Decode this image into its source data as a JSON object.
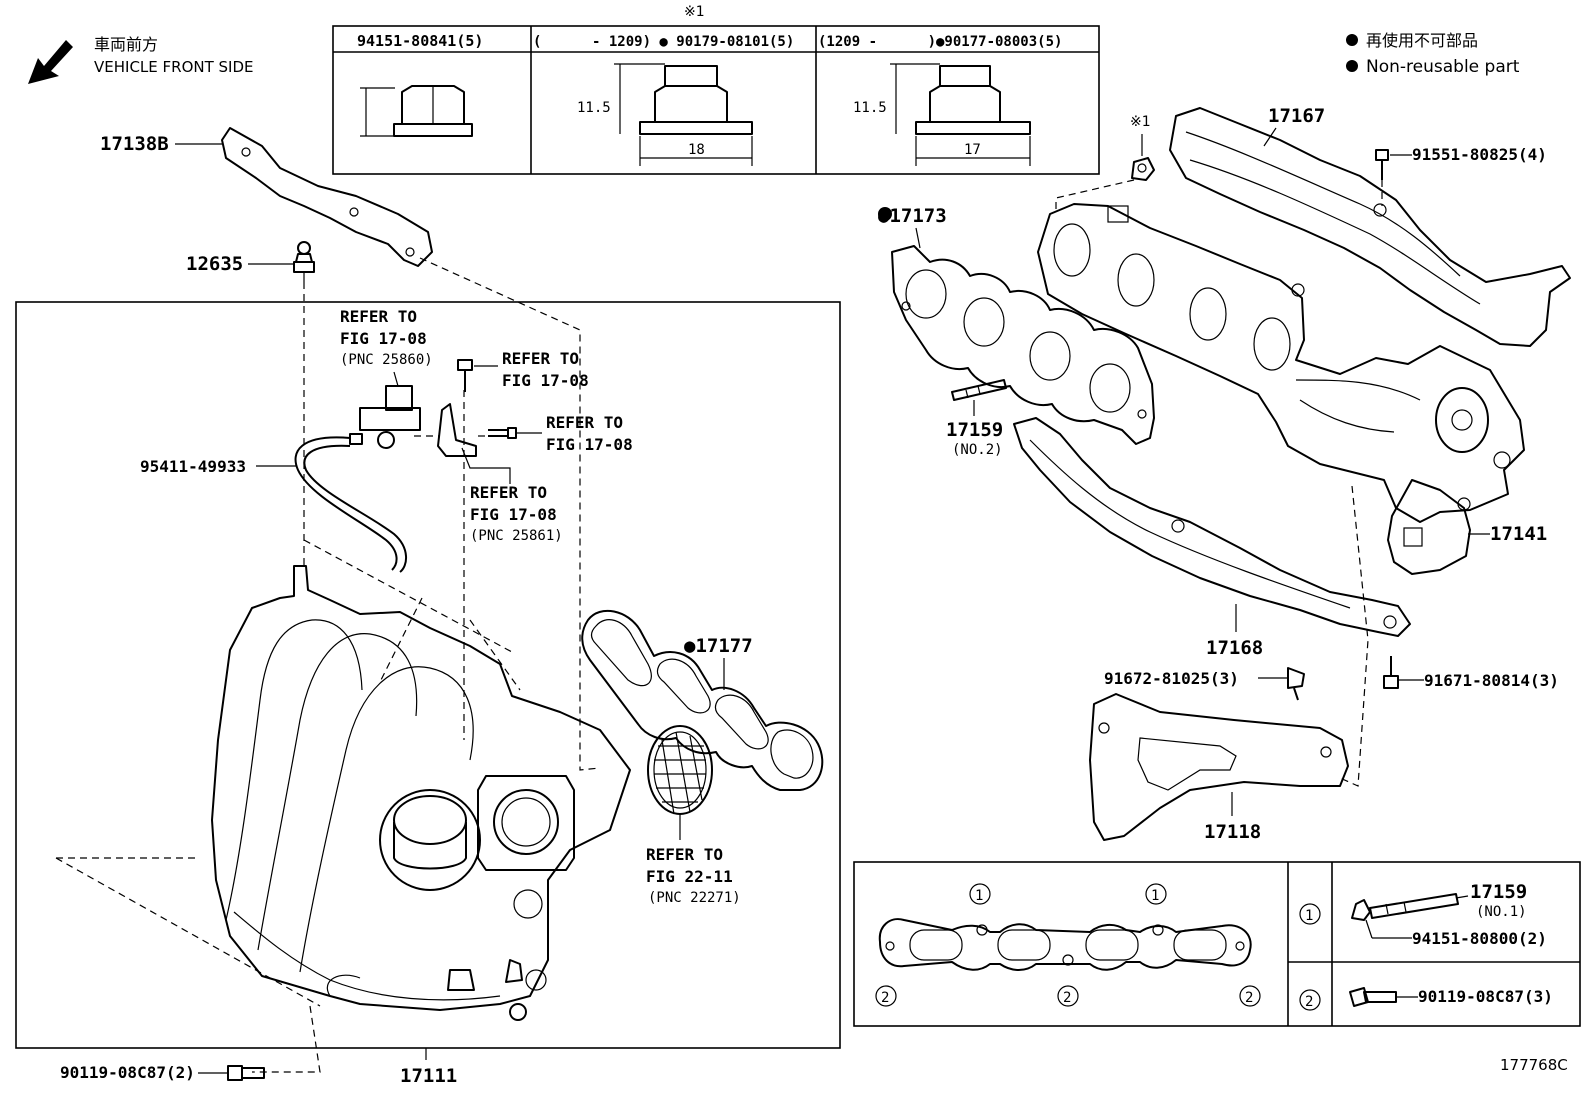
{
  "header": {
    "vehicle_front_ja": "車両前方",
    "vehicle_front_en": "VEHICLE FRONT SIDE",
    "legend_ja": "再使用不可部品",
    "legend_en": "Non-reusable part",
    "legend_bullet": "●",
    "note_mark": "※1",
    "diagram_code": "177768C"
  },
  "nut_table": {
    "col1_header": "94151-80841(5)",
    "col2_header": "(      - 1209) ● 90179-08101(5)",
    "col3_header": "(1209 -      )●90177-08003(5)",
    "col2_height": "11.5",
    "col2_width": "18",
    "col3_height": "11.5",
    "col3_width": "17"
  },
  "labels": {
    "p17138B": "17138B",
    "p12635": "12635",
    "refer1_l1": "REFER TO",
    "refer1_l2": "FIG 17-08",
    "refer1_l3": "(PNC 25860)",
    "refer2_l1": "REFER TO",
    "refer2_l2": "FIG 17-08",
    "refer3_l1": "REFER TO",
    "refer3_l2": "FIG 17-08",
    "refer4_l1": "REFER TO",
    "refer4_l2": "FIG 17-08",
    "refer4_l3": "(PNC 25861)",
    "p95411": "95411-49933",
    "p17177": "●17177",
    "refer5_l1": "REFER TO",
    "refer5_l2": "FIG 22-11",
    "refer5_l3": "(PNC 22271)",
    "p90119_left": "90119-08C87(2)",
    "p17111": "17111",
    "p17173": "●17173",
    "p17159_no2": "17159",
    "p17159_no2_sub": "(NO.2)",
    "p17167": "17167",
    "p91551": "91551-80825(4)",
    "p17141": "17141",
    "p17168": "17168",
    "p91672": "91672-81025(3)",
    "p91671": "91671-80814(3)",
    "p17118": "17118"
  },
  "inset": {
    "circle1": "1",
    "circle2": "2",
    "p17159_no1": "17159",
    "p17159_no1_sub": "(NO.1)",
    "p94151": "94151-80800(2)",
    "p90119": "90119-08C87(3)"
  }
}
